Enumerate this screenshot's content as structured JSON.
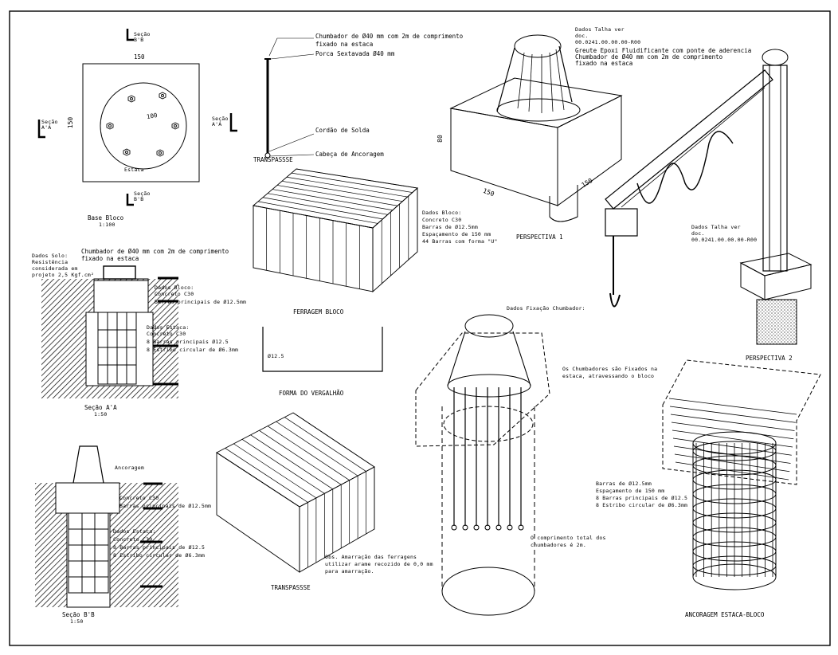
{
  "sheet": {
    "base": {
      "dim_top": "150",
      "dim_left": "150",
      "dim_circle": "100",
      "label_estaca": "Estaca",
      "title": "Base Bloco",
      "scale": "1:100",
      "sec_bb_top": "Seção\nB'B",
      "sec_bb_bottom": "Seção\nB'B",
      "sec_aa_left": "Seção\nA'A",
      "sec_aa_right": "Seção\nA'A"
    },
    "transpasse": {
      "note1a": "Chumbador de Ø40 mm  com 2m de comprimento",
      "note1b": "fixado na estaca",
      "note2": "Porca Sextavada Ø40 mm",
      "note3": "Cordão de Solda",
      "note4": "Cabeça de Ancoragem",
      "title": "TRANSPASSSE"
    },
    "persp1": {
      "note_a": "Dados Talha ver",
      "note_b": "doc.",
      "note_c": "00.0241.00.00.00-R00",
      "note_d": "Greute Epoxi Fluidificante com ponte de aderencia",
      "note_e": "Chumbador de Ø40 mm  com 2m de comprimento",
      "note_f": "fixado na estaca",
      "dim_h": "80",
      "dim_w1": "150",
      "dim_w2": "150",
      "title": "PERSPECTIVA 1"
    },
    "ferragem": {
      "note1": "Dados Bloco:",
      "note2": "Concreto C30",
      "note3": "Barras de Ø12.5mm",
      "note4": "Espaçamento de 150 mm",
      "note5": "44 Barras com forma \"U\"",
      "title": "FERRAGEM BLOCO"
    },
    "forma": {
      "label": "Ø12.5",
      "title": "FORMA DO VERGALHÃO"
    },
    "persp2": {
      "note_a": "Dados Talha ver",
      "note_b": "doc.",
      "note_c": "00.0241.00.00.00-R00",
      "title": "PERSPECTIVA 2"
    },
    "secao_aa": {
      "note_solo1": "Dados Solo:",
      "note_solo2": "Resistência",
      "note_solo3": "considerada em",
      "note_solo4": "projeto 2,5 Kgf.cm²",
      "note_chumb": "Chumbador de Ø40 mm  com 2m de comprimento",
      "note_chumb2": "fixado na estaca",
      "bloco1": "Dados Bloco:",
      "bloco2": "Concreto C30",
      "bloco3": "Barras principais de Ø12.5mm",
      "estaca1": "Dados Estaca:",
      "estaca2": "Concreto C30",
      "estaca3": "8 Barras principais Ø12.5",
      "estaca4": "8 Estribo circular de Ø6.3mm",
      "title": "Seção A'A",
      "scale": "1:50"
    },
    "secao_bb": {
      "anc": "Ancoragem",
      "bloco1": "Concreto C30",
      "bloco2": "Barras principais de Ø12.5mm",
      "estaca1": "Dados Estaca:",
      "estaca2": "Concreto C30",
      "estaca3": "8 Barras principais de Ø12.5",
      "estaca4": "8 Estribo circular de Ø6.3mm",
      "title": "Seção B'B",
      "scale": "1:50"
    },
    "transpasse2": {
      "note1": "Obs. Amarração das ferragens",
      "note2": "utilizar arame recozido de 0,0 mm",
      "note3": "para amarração.",
      "title": "TRANSPASSSE"
    },
    "fixacao": {
      "title": "Dados Fixação Chumbador:",
      "note1": "Os Chumbadores são Fixados na",
      "note2": "estaca, atravessando o bloco",
      "note3": "O comprimento total dos",
      "note4": "chumbadores é 2m."
    },
    "ancoragem": {
      "note1": "Barras de Ø12.5mm",
      "note2": "Espaçamento de 150 mm",
      "note3": "8 Barras principais de Ø12.5",
      "note4": "8 Estribo circular de Ø6.3mm",
      "title": "ANCORAGEM ESTACA-BLOCO"
    }
  }
}
